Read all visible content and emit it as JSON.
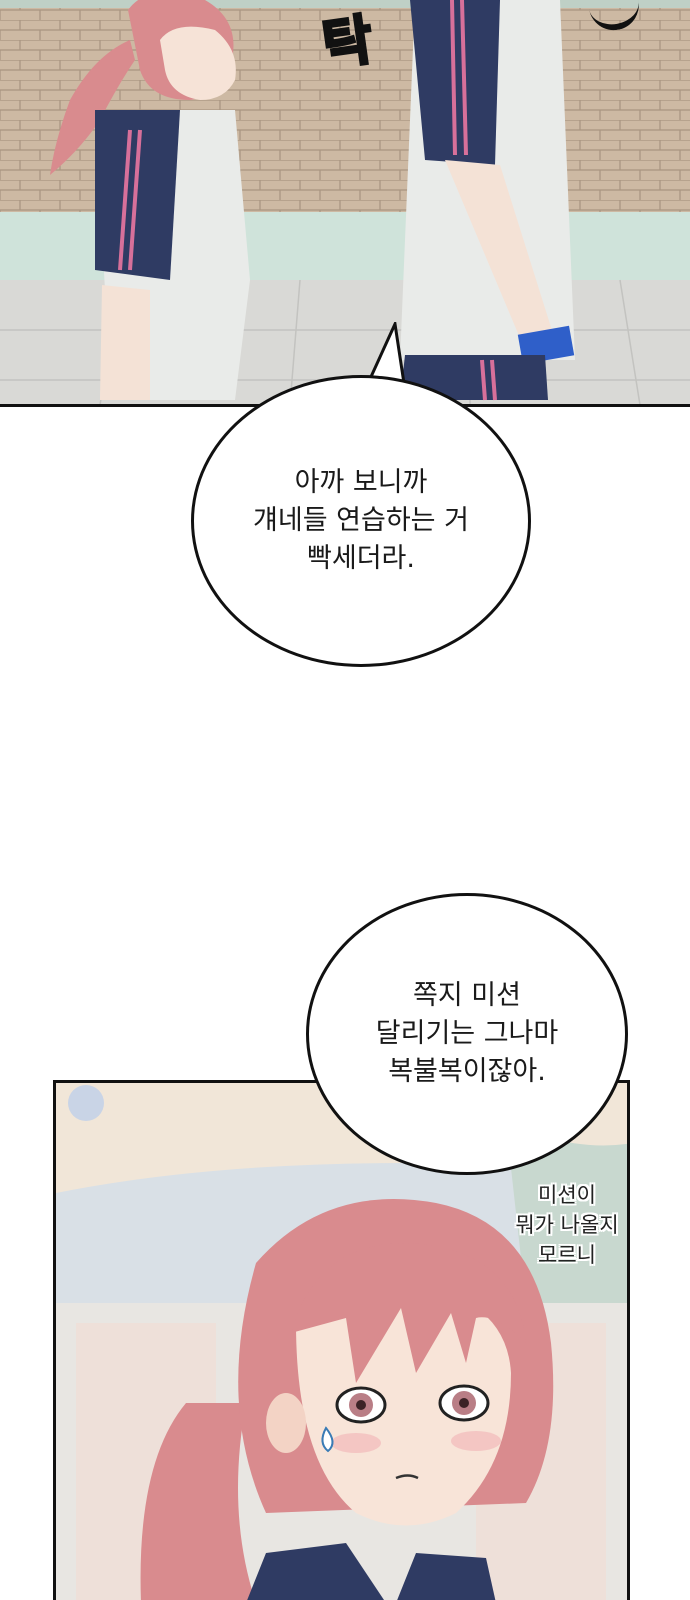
{
  "panel_1": {
    "sfx": "탁"
  },
  "bubble_1": {
    "lines": [
      "아까 보니까",
      "걔네들 연습하는 거",
      "빡세더라."
    ]
  },
  "bubble_2": {
    "lines": [
      "쪽지 미션",
      "달리기는 그나마",
      "복불복이잖아."
    ]
  },
  "narration_1": {
    "lines": [
      "미션이",
      "뭐가 나올지",
      "모르니"
    ]
  }
}
